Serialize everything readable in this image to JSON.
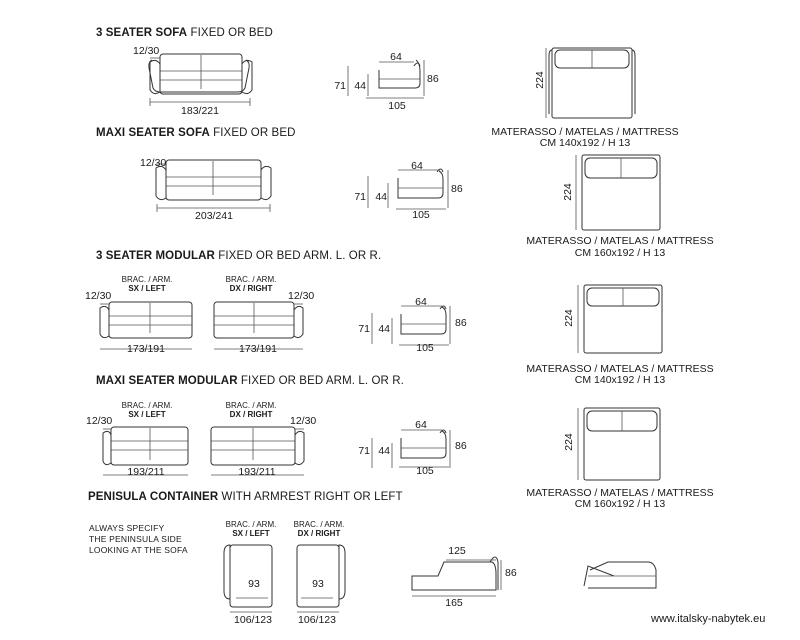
{
  "sections": [
    {
      "title_bold": "3 SEATER SOFA",
      "title_rest": " FIXED OR BED",
      "arm": "12/30",
      "width": "183/221",
      "depth": "64",
      "h_back": "71",
      "h_seat": "44",
      "h_total": "86",
      "depth_total": "105",
      "bed_length": "224",
      "mattress_label": "MATERASSO / MATELAS / MATTRESS",
      "mattress_size": "CM 140x192 / H 13"
    },
    {
      "title_bold": "MAXI SEATER SOFA",
      "title_rest": " FIXED OR BED",
      "arm": "12/30",
      "width": "203/241",
      "depth": "64",
      "h_back": "71",
      "h_seat": "44",
      "h_total": "86",
      "depth_total": "105",
      "bed_length": "224",
      "mattress_label": "MATERASSO / MATELAS / MATTRESS",
      "mattress_size": "CM 160x192 / H 13"
    },
    {
      "title_bold": "3 SEATER MODULAR",
      "title_rest": " FIXED OR BED ARM. L. OR R.",
      "arm_left": "12/30",
      "arm_right": "12/30",
      "width_left": "173/191",
      "width_right": "173/191",
      "brac_left_1": "BRAC. / ARM.",
      "brac_left_2": "SX / LEFT",
      "brac_right_1": "BRAC. / ARM.",
      "brac_right_2": "DX / RIGHT",
      "depth": "64",
      "h_back": "71",
      "h_seat": "44",
      "h_total": "86",
      "depth_total": "105",
      "bed_length": "224",
      "mattress_label": "MATERASSO / MATELAS / MATTRESS",
      "mattress_size": "CM 140x192 / H 13"
    },
    {
      "title_bold": "MAXI SEATER MODULAR",
      "title_rest": " FIXED OR BED ARM. L. OR R.",
      "arm_left": "12/30",
      "arm_right": "12/30",
      "width_left": "193/211",
      "width_right": "193/211",
      "brac_left_1": "BRAC. / ARM.",
      "brac_left_2": "SX / LEFT",
      "brac_right_1": "BRAC. / ARM.",
      "brac_right_2": "DX / RIGHT",
      "depth": "64",
      "h_back": "71",
      "h_seat": "44",
      "h_total": "86",
      "depth_total": "105",
      "bed_length": "224",
      "mattress_label": "MATERASSO / MATELAS / MATTRESS",
      "mattress_size": "CM 160x192 / H 13"
    }
  ],
  "peninsula": {
    "title_bold": "PENISULA CONTAINER",
    "title_rest": " WITH ARMREST RIGHT OR LEFT",
    "note_1": "ALWAYS SPECIFY",
    "note_2": "THE PENINSULA SIDE",
    "note_3": "LOOKING AT THE SOFA",
    "brac_left_1": "BRAC. / ARM.",
    "brac_left_2": "SX / LEFT",
    "brac_right_1": "BRAC. / ARM.",
    "brac_right_2": "DX / RIGHT",
    "inner_left": "93",
    "inner_right": "93",
    "depth_left": "106/123",
    "depth_right": "106/123",
    "top_len": "125",
    "height": "86",
    "total_len": "165"
  },
  "footer": {
    "url": "www.italsky-nabytek.eu"
  }
}
